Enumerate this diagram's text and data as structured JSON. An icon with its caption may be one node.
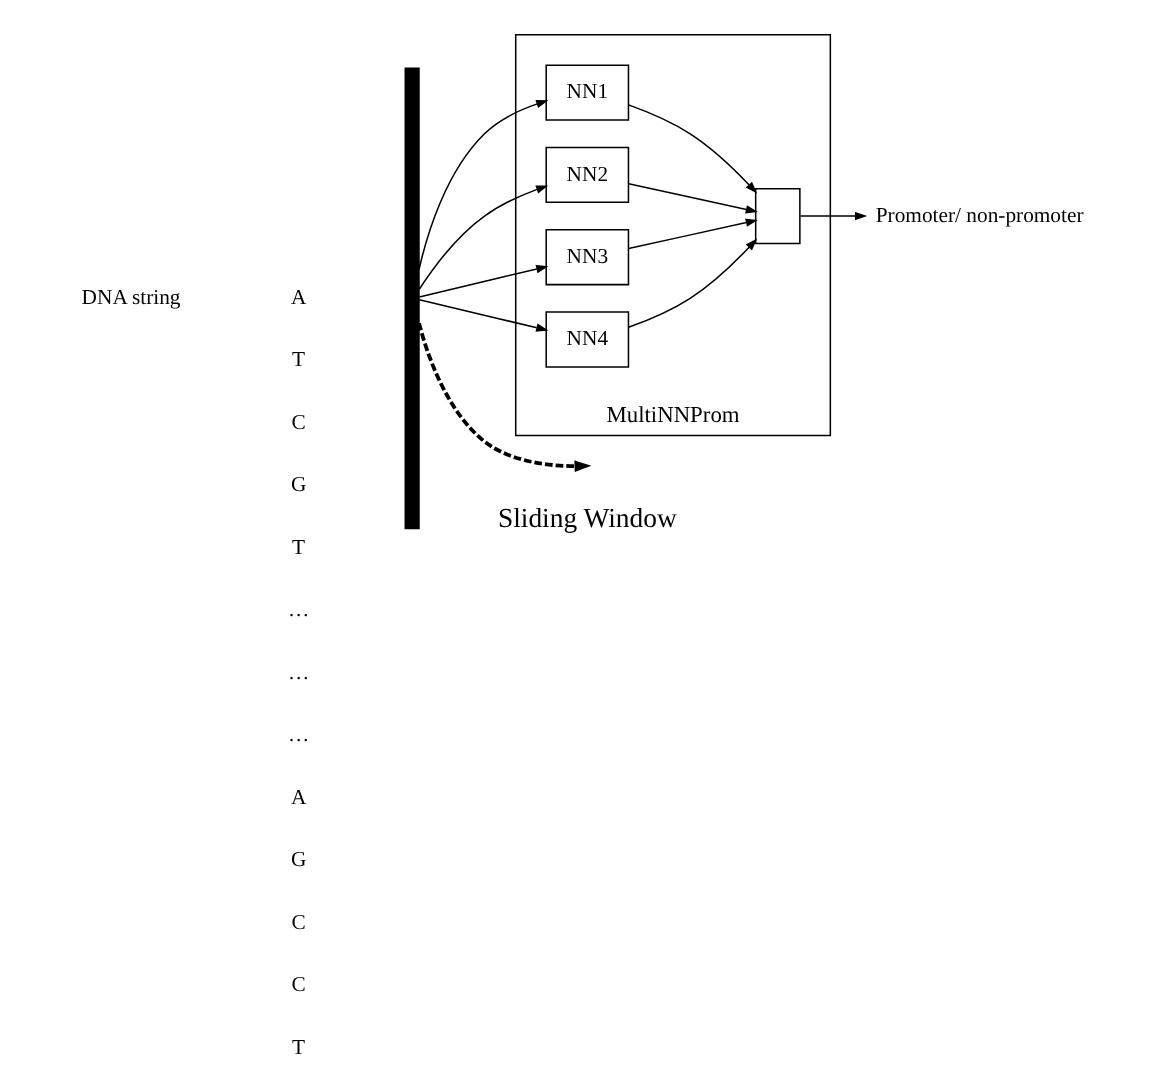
{
  "diagram": {
    "nodes": [
      {
        "text": [],
        "shape": "bar"
      },
      {
        "text": [
          "MultiNNProm"
        ]
      },
      {
        "text": [
          "NN1"
        ],
        "in": 1
      },
      {
        "text": [
          "NN2"
        ],
        "in": 1
      },
      {
        "text": [
          "NN3"
        ],
        "in": 1
      },
      {
        "text": [
          "NN4"
        ],
        "in": 1
      },
      {
        "text": [],
        "shape": "box",
        "in": 1
      },
      {
        "text": [
          "Promoter/ non-promoter"
        ]
      }
    ],
    "edges": [
      {
        "from": 0,
        "to": 2,
        "arrow": "to"
      },
      {
        "from": 0,
        "to": 3,
        "arrow": "to"
      },
      {
        "from": 0,
        "to": 4,
        "arrow": "to"
      },
      {
        "from": 0,
        "to": 5,
        "arrow": "to"
      },
      {
        "from": 2,
        "to": 6,
        "arrow": "to"
      },
      {
        "from": 3,
        "to": 6,
        "arrow": "to"
      },
      {
        "from": 4,
        "to": 6,
        "arrow": "to"
      },
      {
        "from": 5,
        "to": 6,
        "arrow": "to"
      },
      {
        "from": 6,
        "to": 7,
        "arrow": "to"
      },
      {
        "from": 0,
        "to": null,
        "arrow": "to",
        "style": "dashed"
      }
    ],
    "labels": [
      "A",
      "T",
      "C",
      "G",
      "T",
      "…",
      "…",
      "…",
      "A",
      "G",
      "C",
      "C",
      "T",
      "DNA string",
      "Sliding Window"
    ]
  }
}
